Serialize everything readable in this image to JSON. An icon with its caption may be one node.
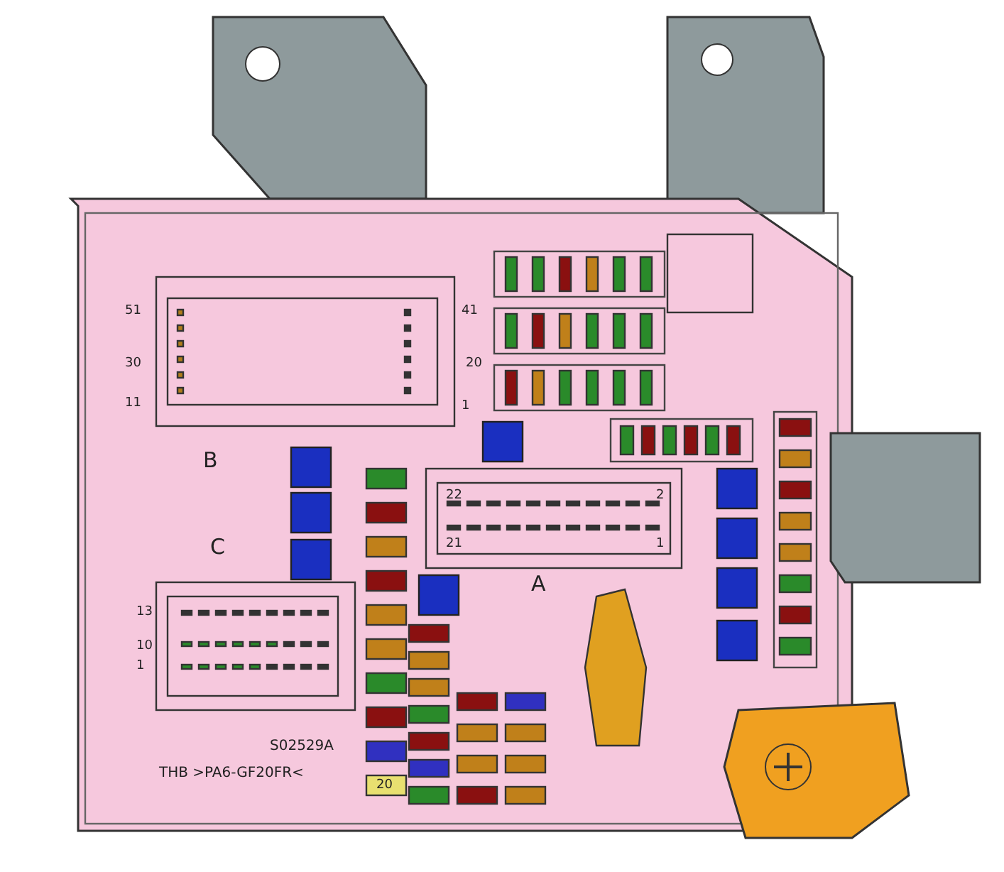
{
  "diagram": {
    "labels": [
      "51",
      "41",
      "30",
      "20",
      "11",
      "1",
      "B",
      "22",
      "2",
      "C",
      "21",
      "1",
      "A",
      "13",
      "10",
      "1",
      "S02529A",
      "THB >PA6-GF20FR<",
      "20"
    ]
  }
}
